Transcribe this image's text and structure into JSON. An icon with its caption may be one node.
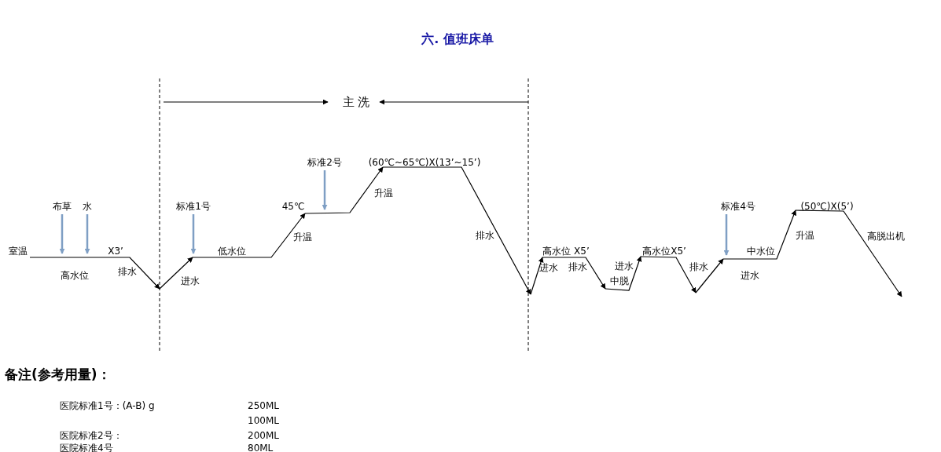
{
  "diagram": {
    "title": "六. 值班床单",
    "nodes": [
      {
        "text": [
          "布草"
        ]
      },
      {
        "text": [
          "水"
        ]
      },
      {
        "text": [
          "标准1号"
        ]
      },
      {
        "text": [
          "标准2号"
        ]
      },
      {
        "text": [
          "标准4号"
        ]
      }
    ],
    "edges": [
      {
        "from": 0,
        "to": null,
        "arrow": "to"
      },
      {
        "from": 1,
        "to": null,
        "arrow": "to"
      },
      {
        "from": 2,
        "to": null,
        "arrow": "to"
      },
      {
        "from": 3,
        "to": null,
        "arrow": "to"
      },
      {
        "from": 4,
        "to": null,
        "arrow": "to"
      }
    ],
    "labels": [
      "主 洗",
      "(60℃~65℃)X(13’~15’)",
      "45℃",
      "(50℃)X(5’)",
      "升温",
      "升温",
      "排水",
      "升温",
      "高脱出机",
      "室温",
      "X3’",
      "低水位",
      "高水位 X5’",
      "高水位X5’",
      "中水位",
      "高水位",
      "排水",
      "进水",
      "进水",
      "排水",
      "进水",
      "排水",
      "进水",
      "中脱",
      "备注(参考用量)：",
      "医院标准1号：(A-B) g",
      "250ML",
      "100ML",
      "医院标准2号：",
      "200ML",
      "医院标准4号",
      "80ML"
    ]
  }
}
